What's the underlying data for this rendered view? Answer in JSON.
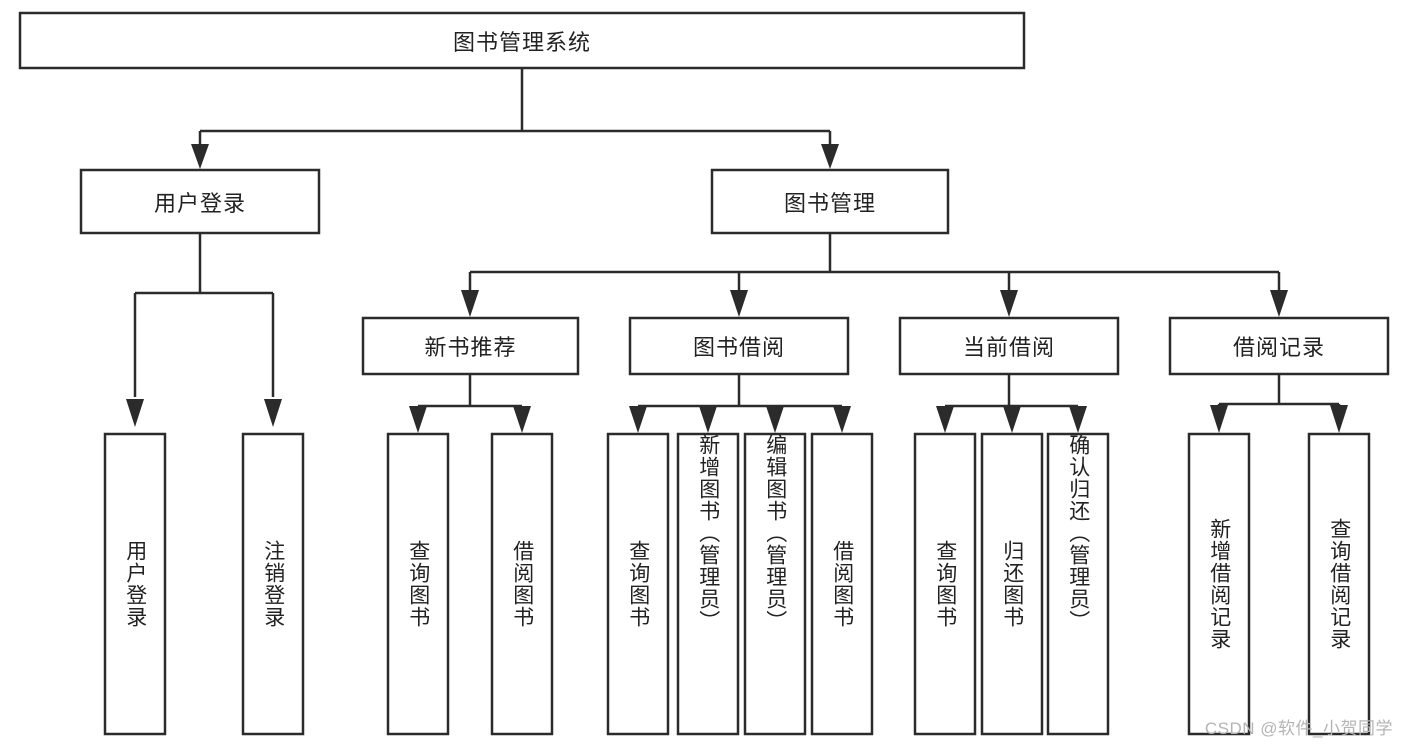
{
  "diagram": {
    "type": "tree-hierarchy",
    "orientation": "top-down",
    "title": "图书管理系统",
    "colors": {
      "box_stroke": "#2b2b2b",
      "box_fill": "#ffffff",
      "connector": "#2b2b2b",
      "text": "#222222",
      "background": "#ffffff",
      "watermark": "#b4b4b4"
    },
    "root": {
      "label": "图书管理系统"
    },
    "level2": [
      {
        "label": "用户登录"
      },
      {
        "label": "图书管理"
      }
    ],
    "level3": [
      {
        "label": "新书推荐"
      },
      {
        "label": "图书借阅"
      },
      {
        "label": "当前借阅"
      },
      {
        "label": "借阅记录"
      }
    ],
    "leaves": {
      "user_login": [
        {
          "label": "用户登录"
        },
        {
          "label": "注销登录"
        }
      ],
      "new_book_recommend": [
        {
          "label": "查询图书"
        },
        {
          "label": "借阅图书"
        }
      ],
      "book_borrow": [
        {
          "label": "查询图书"
        },
        {
          "label": "新增图书（管理员）"
        },
        {
          "label": "编辑图书（管理员）"
        },
        {
          "label": "借阅图书"
        }
      ],
      "current_borrow": [
        {
          "label": "查询图书"
        },
        {
          "label": "归还图书"
        },
        {
          "label": "确认归还（管理员）"
        }
      ],
      "borrow_record": [
        {
          "label": "新增借阅记录"
        },
        {
          "label": "查询借阅记录"
        }
      ]
    }
  },
  "watermark": {
    "text": "CSDN @软件_小贺同学"
  }
}
